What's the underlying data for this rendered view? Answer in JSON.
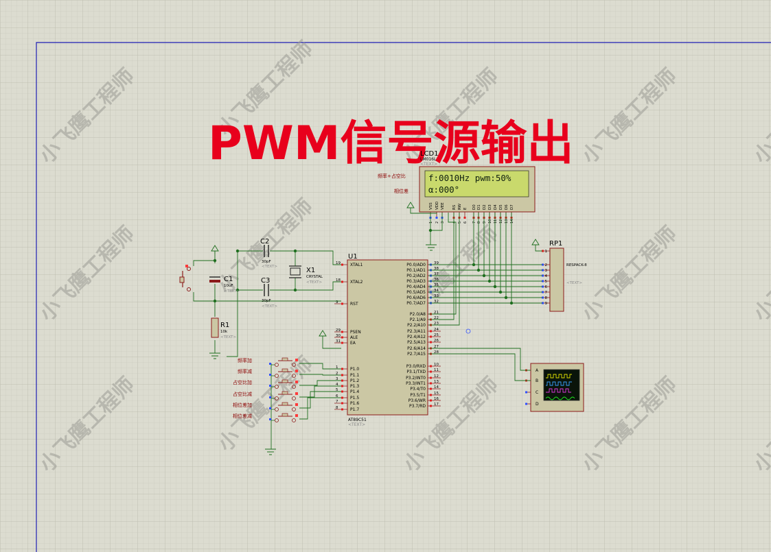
{
  "title": "PWM信号源输出",
  "watermark": "小飞鹰工程师",
  "colors": {
    "background": "#dcdcd0",
    "grid": "#c8c8bc",
    "title": "#e8001c",
    "wire": "#1e6e1e",
    "component_fill": "#cbc7a4",
    "component_stroke": "#8b1a1a",
    "lcd_screen": "#c9d96c",
    "sheet_border": "#1e1eb4",
    "label_red": "#8b0000"
  },
  "lcd": {
    "ref": "LCD1",
    "part": "LM016L",
    "text_tag": "<TEXT>",
    "line1": "f:0010Hz pwm:50%",
    "line2": "α:000°",
    "note1": "频率+占空比",
    "note2": "相位差",
    "pins": [
      "VSS",
      "VDD",
      "VEE",
      "RS",
      "RW",
      "E",
      "D0",
      "D1",
      "D2",
      "D3",
      "D4",
      "D5",
      "D6",
      "D7"
    ],
    "pin_numbers": [
      "1",
      "2",
      "3",
      "4",
      "5",
      "6",
      "7",
      "8",
      "9",
      "10",
      "11",
      "12",
      "13",
      "14"
    ]
  },
  "mcu": {
    "ref": "U1",
    "part": "AT89C51",
    "text_tag": "<TEXT>",
    "left_pins": [
      {
        "num": "19",
        "name": "XTAL1"
      },
      {
        "num": "18",
        "name": "XTAL2"
      },
      {
        "num": "9",
        "name": "RST"
      },
      {
        "num": "29",
        "name": "PSEN"
      },
      {
        "num": "30",
        "name": "ALE"
      },
      {
        "num": "31",
        "name": "EA"
      },
      {
        "num": "1",
        "name": "P1.0"
      },
      {
        "num": "2",
        "name": "P1.1"
      },
      {
        "num": "3",
        "name": "P1.2"
      },
      {
        "num": "4",
        "name": "P1.3"
      },
      {
        "num": "5",
        "name": "P1.4"
      },
      {
        "num": "6",
        "name": "P1.5"
      },
      {
        "num": "7",
        "name": "P1.6"
      },
      {
        "num": "8",
        "name": "P1.7"
      }
    ],
    "right_pins": [
      {
        "num": "39",
        "name": "P0.0/AD0"
      },
      {
        "num": "38",
        "name": "P0.1/AD1"
      },
      {
        "num": "37",
        "name": "P0.2/AD2"
      },
      {
        "num": "36",
        "name": "P0.3/AD3"
      },
      {
        "num": "35",
        "name": "P0.4/AD4"
      },
      {
        "num": "34",
        "name": "P0.5/AD5"
      },
      {
        "num": "33",
        "name": "P0.6/AD6"
      },
      {
        "num": "32",
        "name": "P0.7/AD7"
      },
      {
        "num": "21",
        "name": "P2.0/A8"
      },
      {
        "num": "22",
        "name": "P2.1/A9"
      },
      {
        "num": "23",
        "name": "P2.2/A10"
      },
      {
        "num": "24",
        "name": "P2.3/A11"
      },
      {
        "num": "25",
        "name": "P2.4/A12"
      },
      {
        "num": "26",
        "name": "P2.5/A13"
      },
      {
        "num": "27",
        "name": "P2.6/A14"
      },
      {
        "num": "28",
        "name": "P2.7/A15"
      },
      {
        "num": "10",
        "name": "P3.0/RXD"
      },
      {
        "num": "11",
        "name": "P3.1/TXD"
      },
      {
        "num": "12",
        "name": "P3.2/INT0"
      },
      {
        "num": "13",
        "name": "P3.3/INT1"
      },
      {
        "num": "14",
        "name": "P3.4/T0"
      },
      {
        "num": "15",
        "name": "P3.5/T1"
      },
      {
        "num": "16",
        "name": "P3.6/WR"
      },
      {
        "num": "17",
        "name": "P3.7/RD"
      }
    ]
  },
  "resistor_pack": {
    "ref": "RP1",
    "part": "RESPACK-8",
    "text_tag": "<TEXT>",
    "pins": [
      "1",
      "2",
      "3",
      "4",
      "5",
      "6",
      "7",
      "8",
      "9"
    ]
  },
  "crystal": {
    "ref": "X1",
    "part": "CRYSTAL",
    "text_tag": "<TEXT>"
  },
  "c1": {
    "ref": "C1",
    "value": "10uF",
    "text_tag": "<TEXT>"
  },
  "c2": {
    "ref": "C2",
    "value": "30pF",
    "text_tag": "<TEXT>"
  },
  "c3": {
    "ref": "C3",
    "value": "30pF",
    "text_tag": "<TEXT>"
  },
  "r1": {
    "ref": "R1",
    "value": "10k",
    "text_tag": "<TEXT>"
  },
  "buttons": [
    "频率加",
    "频率减",
    "占空比加",
    "占空比减",
    "相位差加",
    "相位差减"
  ],
  "scope": {
    "channels": [
      "A",
      "B",
      "C",
      "D"
    ]
  }
}
